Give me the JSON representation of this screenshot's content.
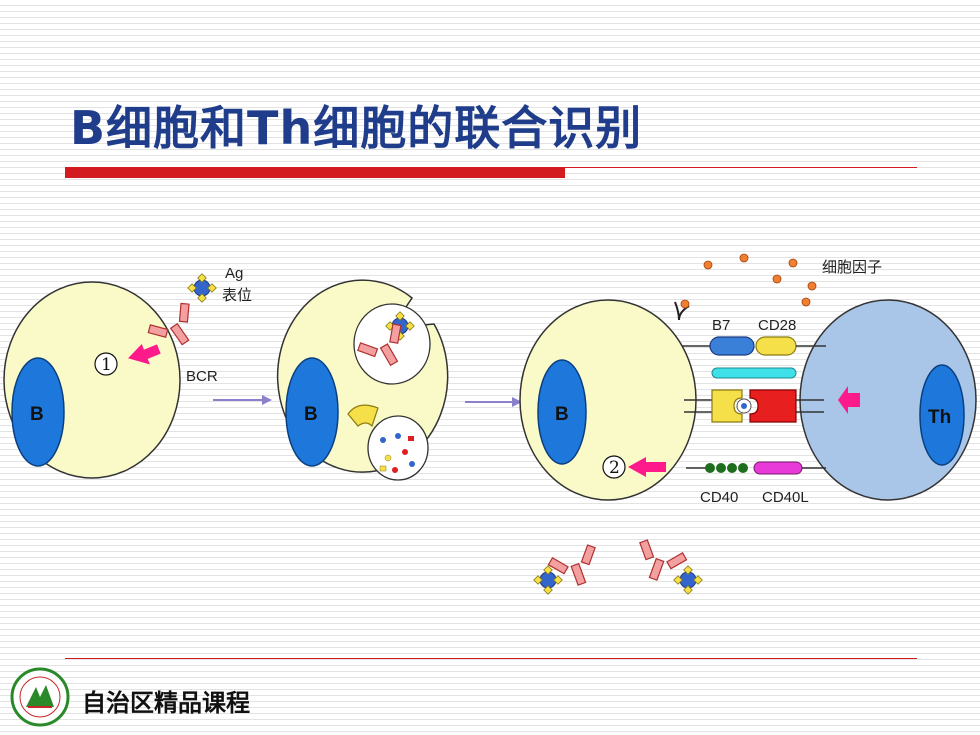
{
  "title": "B细胞和Th细胞的联合识别",
  "footer": "自治区精品课程",
  "diagram": {
    "ag_label": "Ag",
    "epitope_label": "表位",
    "bcr_label": "BCR",
    "b_label": "B",
    "th_label": "Th",
    "step1": "1",
    "step2": "2",
    "b7_label": "B7",
    "cd28_label": "CD28",
    "cd40_label": "CD40",
    "cd40l_label": "CD40L",
    "cytokine_label": "细胞因子"
  },
  "colors": {
    "title": "#1f3d8a",
    "rule": "#d21a1f",
    "b_cell": "#fafac8",
    "th_cell": "#a9c6e8",
    "nucleus": "#1e78dc",
    "arrow_magenta": "#ff1a8c",
    "process_arrow": "#8a80cc"
  }
}
